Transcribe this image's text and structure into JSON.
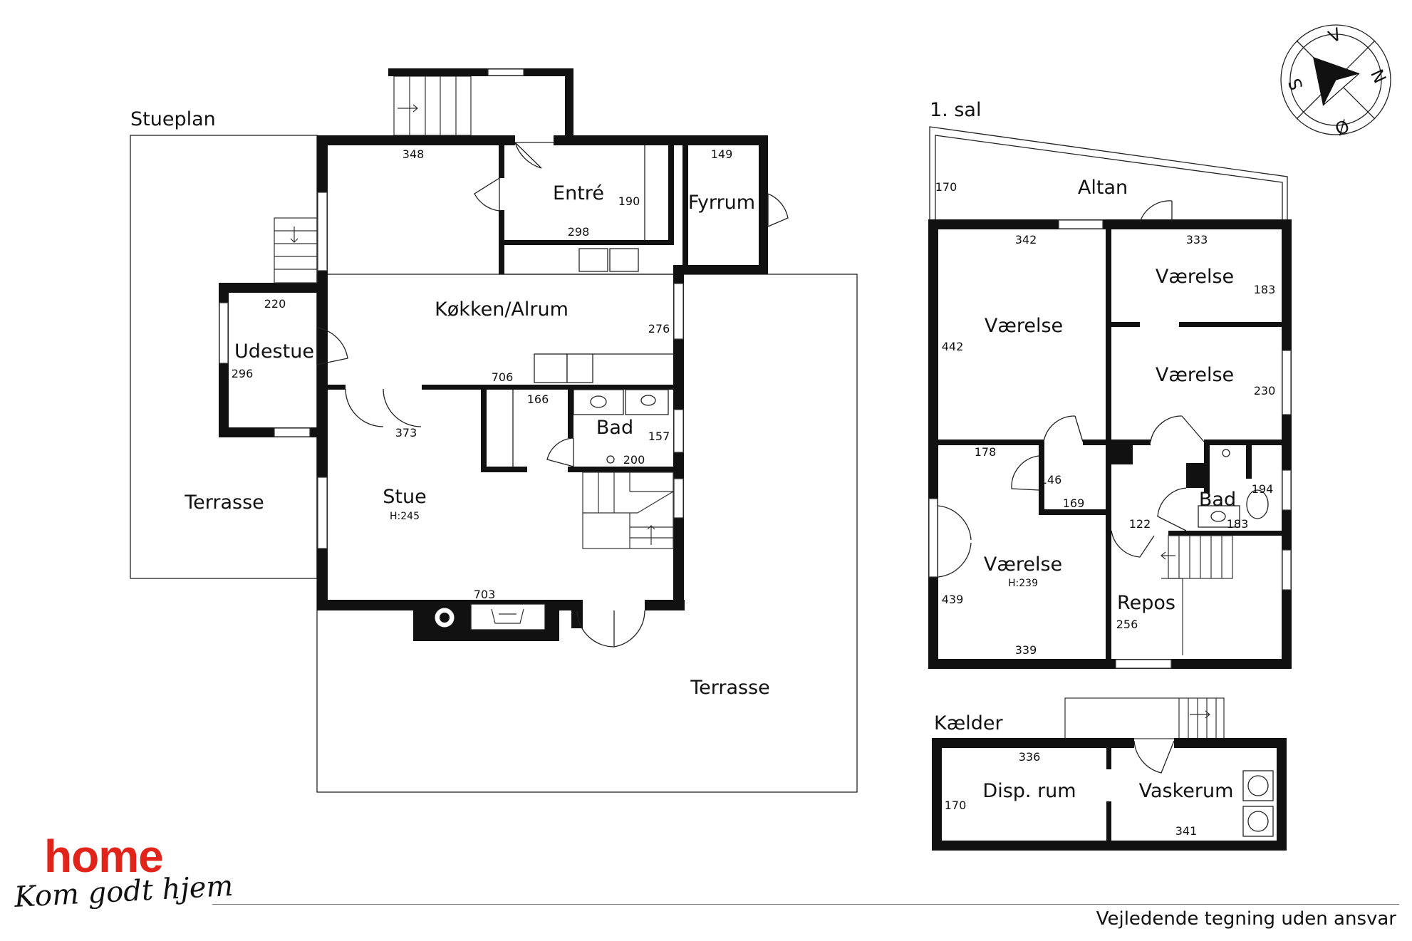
{
  "floors": {
    "ground": {
      "title": "Stueplan",
      "rooms": [
        {
          "id": "entre",
          "label": "Entré"
        },
        {
          "id": "fyrrum",
          "label": "Fyrrum"
        },
        {
          "id": "kokken",
          "label": "Køkken/Alrum"
        },
        {
          "id": "udestue",
          "label": "Udestue"
        },
        {
          "id": "stue",
          "label": "Stue",
          "height": "H:245"
        },
        {
          "id": "bad",
          "label": "Bad"
        },
        {
          "id": "terrasse-west",
          "label": "Terrasse"
        },
        {
          "id": "terrasse-south",
          "label": "Terrasse"
        }
      ],
      "dimensions": [
        "348",
        "149",
        "190",
        "298",
        "220",
        "276",
        "296",
        "706",
        "166",
        "373",
        "157",
        "200",
        "703"
      ]
    },
    "first": {
      "title": "1. sal",
      "rooms": [
        {
          "id": "altan",
          "label": "Altan"
        },
        {
          "id": "vaerelse-1",
          "label": "Værelse"
        },
        {
          "id": "vaerelse-2",
          "label": "Værelse"
        },
        {
          "id": "vaerelse-3",
          "label": "Værelse"
        },
        {
          "id": "vaerelse-4",
          "label": "Værelse",
          "height": "H:239"
        },
        {
          "id": "bad",
          "label": "Bad"
        },
        {
          "id": "repos",
          "label": "Repos"
        }
      ],
      "dimensions": [
        "170",
        "342",
        "333",
        "183",
        "442",
        "230",
        "178",
        "146",
        "169",
        "122",
        "194",
        "183",
        "439",
        "256",
        "339"
      ]
    },
    "basement": {
      "title": "Kælder",
      "rooms": [
        {
          "id": "disp",
          "label": "Disp. rum"
        },
        {
          "id": "vaskerum",
          "label": "Vaskerum"
        }
      ],
      "dimensions": [
        "336",
        "170",
        "341"
      ]
    }
  },
  "compass": {
    "n": "N",
    "s": "S",
    "v": "V",
    "o": "Ø"
  },
  "brand": {
    "name": "home",
    "slogan": "Kom godt hjem",
    "color": "#e2231a"
  },
  "disclaimer": "Vejledende tegning uden ansvar"
}
